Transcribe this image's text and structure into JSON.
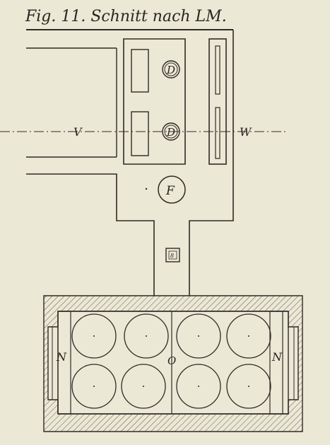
{
  "figure": {
    "title": "Fig. 11. Schnitt nach LM.",
    "labels": {
      "D_upper": "D",
      "D_lower": "D",
      "V": "V",
      "W": "W",
      "F": "F",
      "N_left": "N",
      "N_right": "N",
      "O": "O",
      "small_mark": "8"
    }
  },
  "colors": {
    "paper": "#ece8d6",
    "ink": "#2f2a25"
  }
}
